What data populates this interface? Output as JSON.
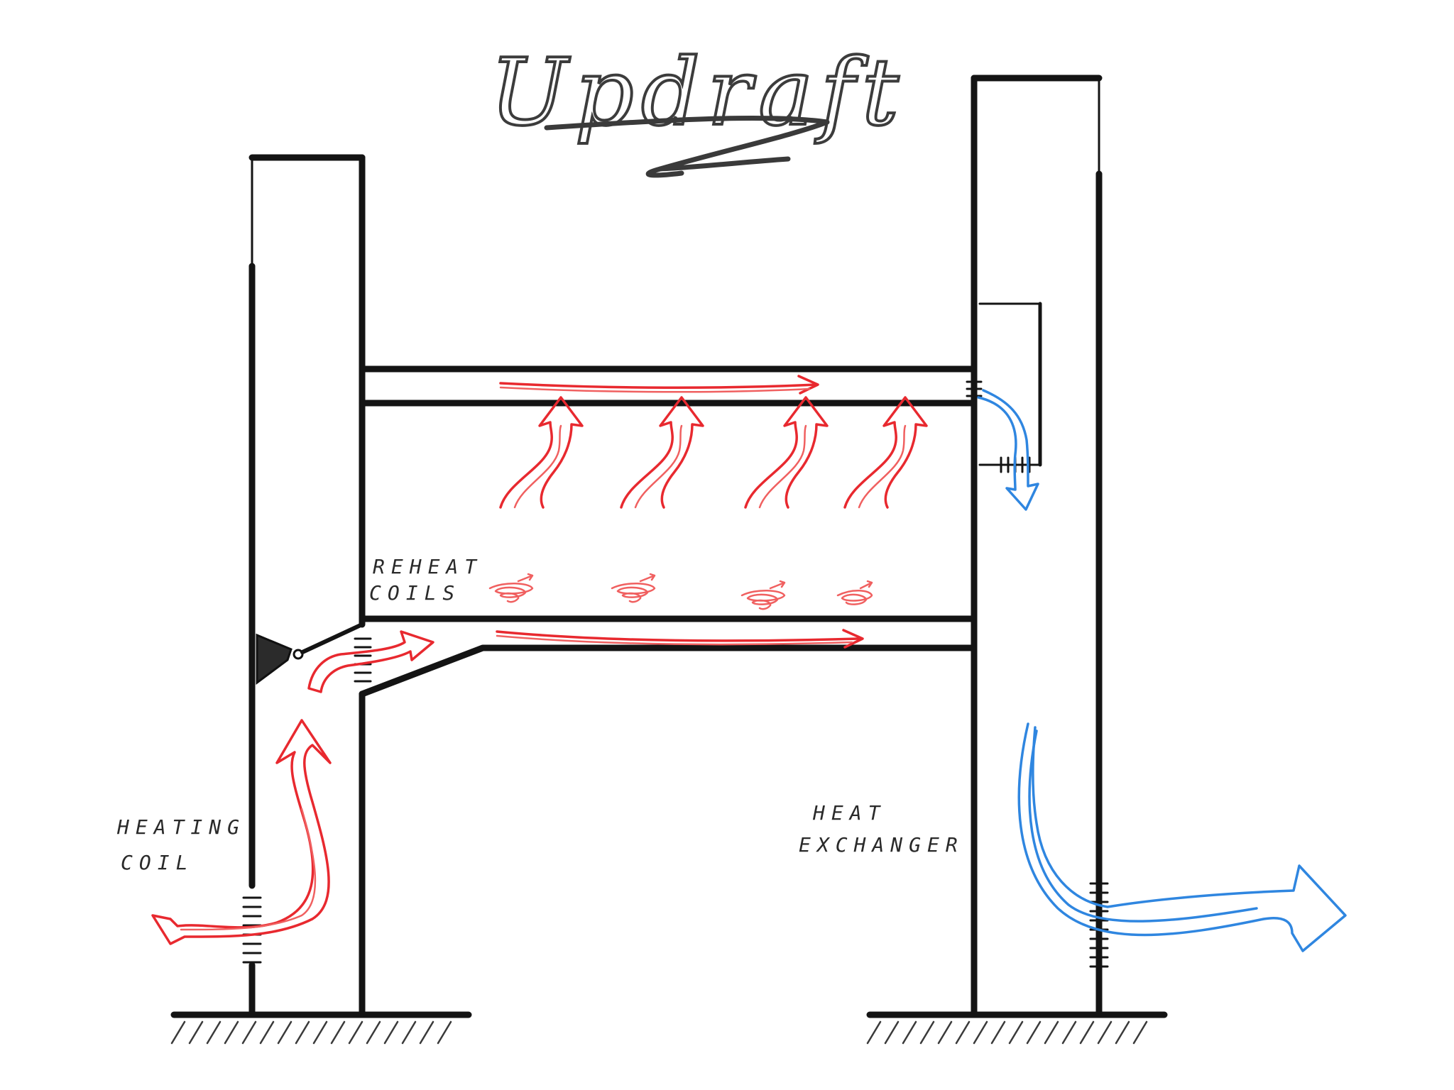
{
  "title": "Updraft",
  "labels": {
    "heating_coil_line1": "HEATING",
    "heating_coil_line2": "COIL",
    "reheat_coils_line1": "REHEAT",
    "reheat_coils_line2": "COILS",
    "heat_exchanger_line1": "HEAT",
    "heat_exchanger_line2": "EXCHANGER"
  },
  "colors": {
    "structure": "#141414",
    "hot_air": "#e8292f",
    "cold_air": "#2f86e0"
  },
  "icons": {
    "fan": "fan-icon",
    "grille": "vent-grille-icon"
  }
}
